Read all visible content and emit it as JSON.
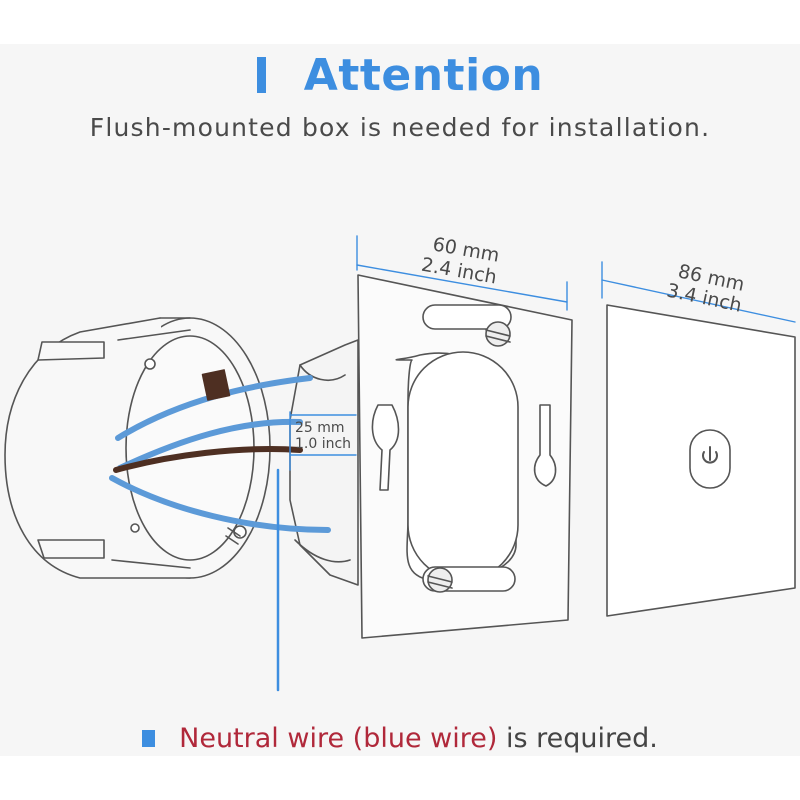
{
  "header": {
    "title": "Attention",
    "subtitle": "Flush-mounted box is needed for installation."
  },
  "dimensions": {
    "plate_width": {
      "mm": "60 mm",
      "inch": "2.4 inch"
    },
    "panel_width": {
      "mm": "86 mm",
      "inch": "3.4 inch"
    },
    "box_depth": {
      "mm": "25 mm",
      "inch": "1.0 inch"
    }
  },
  "note": {
    "highlight": "Neutral wire (blue wire)",
    "rest": " is required."
  },
  "icons": {
    "title_marker": "accent-bar",
    "power": "power-icon",
    "note_marker": "square-bullet"
  },
  "colors": {
    "accent_blue": "#3d8ee0",
    "neutral_wire": "#5c9ad8",
    "brown_wire": "#4e2f22",
    "highlight_red": "#b0283a",
    "line_gray": "#555555"
  }
}
